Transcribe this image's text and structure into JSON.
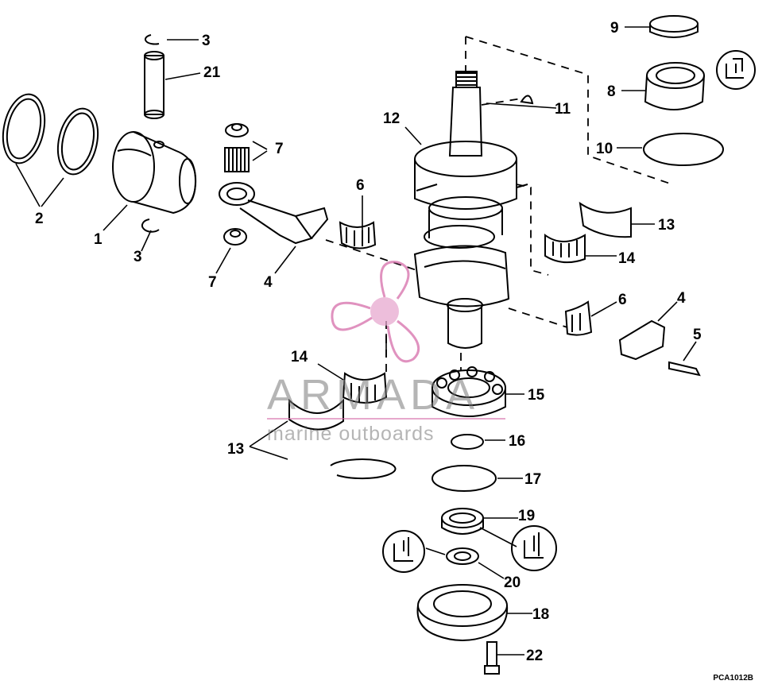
{
  "diagram": {
    "callouts": [
      "1",
      "2",
      "3",
      "3",
      "4",
      "4",
      "5",
      "6",
      "6",
      "7",
      "7",
      "8",
      "9",
      "10",
      "11",
      "12",
      "13",
      "13",
      "14",
      "14",
      "15",
      "16",
      "17",
      "18",
      "19",
      "20",
      "21",
      "22"
    ],
    "drawing_code": "PCA1012B",
    "watermark": {
      "brand": "ARMADA",
      "tagline": "marine outboards",
      "color": "#d66eaa"
    }
  }
}
